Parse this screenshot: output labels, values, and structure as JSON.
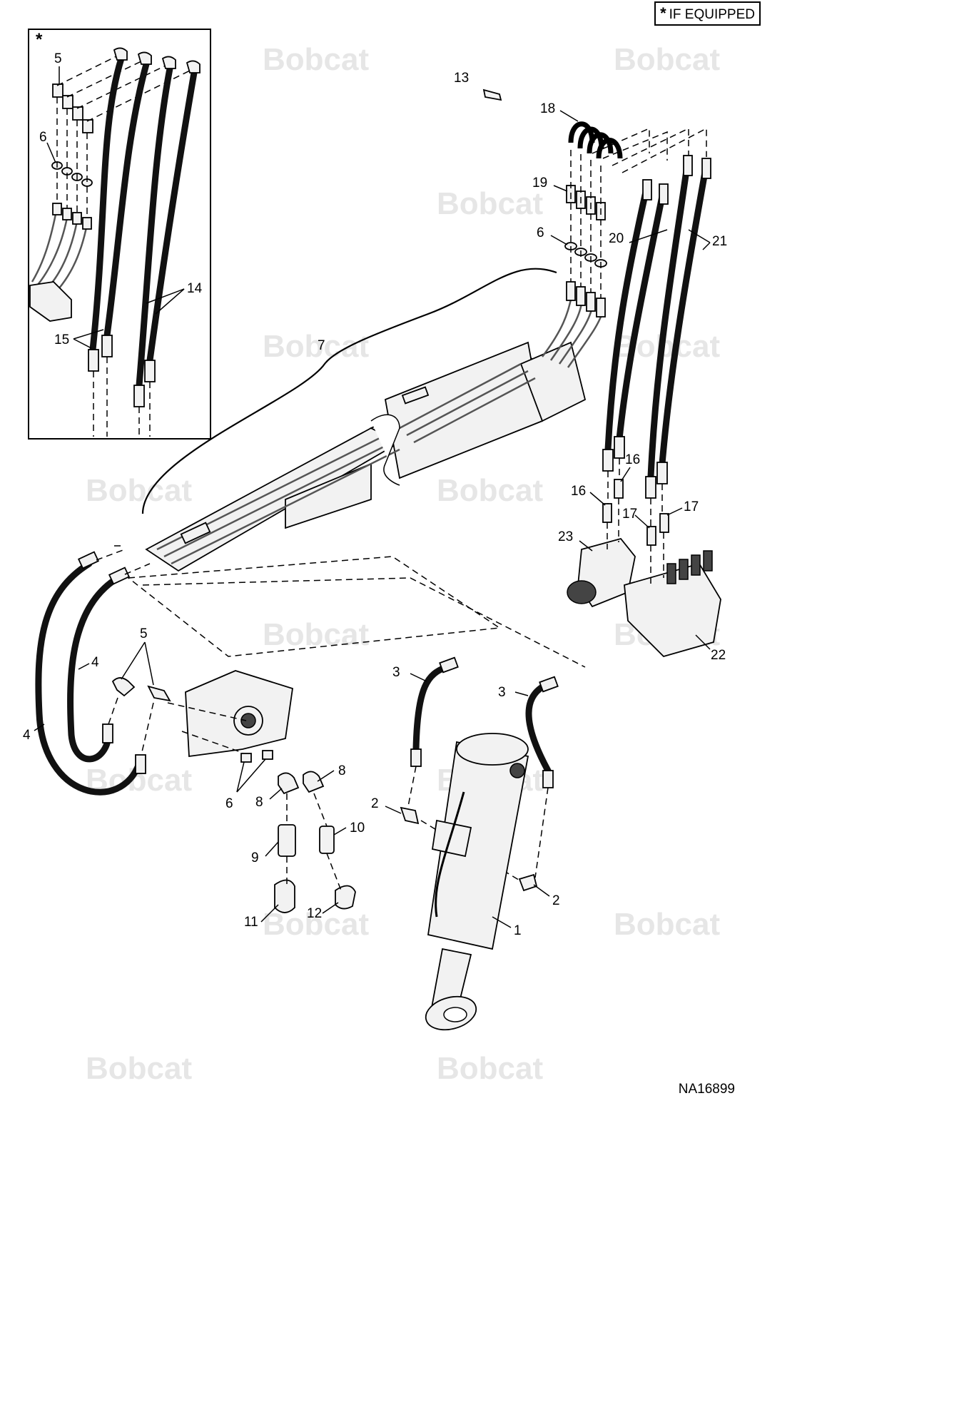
{
  "legend": {
    "star": "*",
    "text": "IF EQUIPPED"
  },
  "drawing_id": "NA16899",
  "inset_marker": "*",
  "watermark": "Bobcat",
  "callouts": [
    {
      "id": "c5a",
      "label": "5"
    },
    {
      "id": "c6a",
      "label": "6"
    },
    {
      "id": "c14",
      "label": "14"
    },
    {
      "id": "c15",
      "label": "15"
    },
    {
      "id": "c13",
      "label": "13"
    },
    {
      "id": "c18",
      "label": "18"
    },
    {
      "id": "c19",
      "label": "19"
    },
    {
      "id": "c6b",
      "label": "6"
    },
    {
      "id": "c20",
      "label": "20"
    },
    {
      "id": "c21",
      "label": "21"
    },
    {
      "id": "c7",
      "label": "7"
    },
    {
      "id": "c16a",
      "label": "16"
    },
    {
      "id": "c16b",
      "label": "16"
    },
    {
      "id": "c17a",
      "label": "17"
    },
    {
      "id": "c17b",
      "label": "17"
    },
    {
      "id": "c23",
      "label": "23"
    },
    {
      "id": "c22",
      "label": "22"
    },
    {
      "id": "c5b",
      "label": "5"
    },
    {
      "id": "c4a",
      "label": "4"
    },
    {
      "id": "c4b",
      "label": "4"
    },
    {
      "id": "c3a",
      "label": "3"
    },
    {
      "id": "c3b",
      "label": "3"
    },
    {
      "id": "c8a",
      "label": "8"
    },
    {
      "id": "c8b",
      "label": "8"
    },
    {
      "id": "c6c",
      "label": "6"
    },
    {
      "id": "c10",
      "label": "10"
    },
    {
      "id": "c9",
      "label": "9"
    },
    {
      "id": "c2a",
      "label": "2"
    },
    {
      "id": "c2b",
      "label": "2"
    },
    {
      "id": "c11",
      "label": "11"
    },
    {
      "id": "c12",
      "label": "12"
    },
    {
      "id": "c1",
      "label": "1"
    }
  ]
}
